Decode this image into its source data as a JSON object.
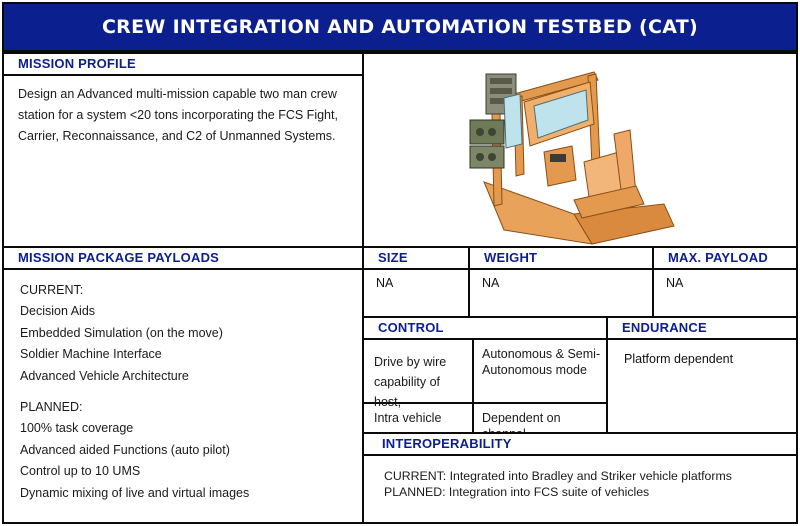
{
  "title": "CREW INTEGRATION AND AUTOMATION TESTBED (CAT)",
  "mission_profile": {
    "header": "MISSION PROFILE",
    "text": "Design an Advanced multi-mission capable two man crew station for a system <20 tons incorporating the FCS Fight, Carrier, Reconnaissance, and C2 of Unmanned Systems."
  },
  "payloads": {
    "header": "MISSION PACKAGE PAYLOADS",
    "current_label": "CURRENT:",
    "current": [
      "Decision Aids",
      "Embedded Simulation (on the move)",
      "Soldier Machine Interface",
      "Advanced Vehicle Architecture"
    ],
    "planned_label": "PLANNED:",
    "planned": [
      "100% task coverage",
      "Advanced aided Functions (auto pilot)",
      "Control up to 10 UMS",
      "Dynamic mixing of live and virtual images"
    ]
  },
  "size": {
    "header": "SIZE",
    "value": "NA"
  },
  "weight": {
    "header": "WEIGHT",
    "value": "NA"
  },
  "max_payload": {
    "header": "MAX. PAYLOAD",
    "value": "NA"
  },
  "control": {
    "header": "CONTROL",
    "r1c1": "Drive by wire capability of host,",
    "r1c2": "Autonomous & Semi-Autonomous mode",
    "r2c1": "Intra vehicle",
    "r2c2": "Dependent on channel"
  },
  "endurance": {
    "header": "ENDURANCE",
    "value": "Platform dependent"
  },
  "interoperability": {
    "header": "INTEROPERABILITY",
    "line1": "CURRENT: Integrated into Bradley and Striker vehicle platforms",
    "line2": "PLANNED: Integration into FCS suite of vehicles"
  }
}
